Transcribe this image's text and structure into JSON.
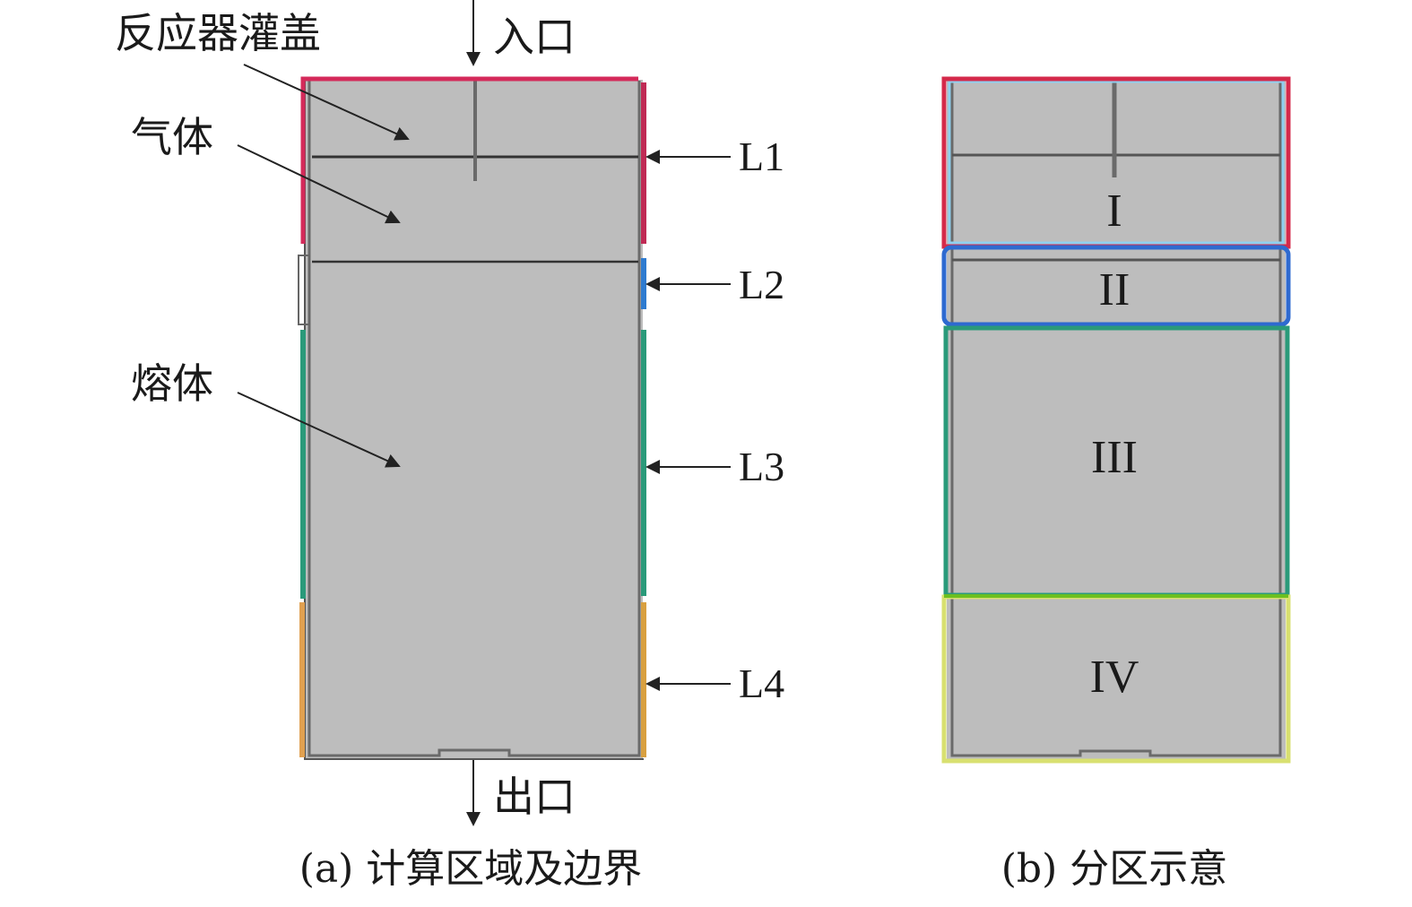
{
  "panel_a": {
    "labels": {
      "lid": "反应器灌盖",
      "inlet": "入口",
      "gas": "气体",
      "melt": "熔体",
      "outlet": "出口"
    },
    "boundaries": [
      "L1",
      "L2",
      "L3",
      "L4"
    ],
    "caption": "(a) 计算区域及边界"
  },
  "panel_b": {
    "zones": [
      "I",
      "II",
      "III",
      "IV"
    ],
    "caption": "(b) 分区示意"
  },
  "colors": {
    "L1": "#d42a5a",
    "L2": "#2e7bd0",
    "L3": "#2a9a7a",
    "L4": "#d9a040",
    "domain": "#bdbdbd",
    "wall": "#6a6a6a"
  }
}
